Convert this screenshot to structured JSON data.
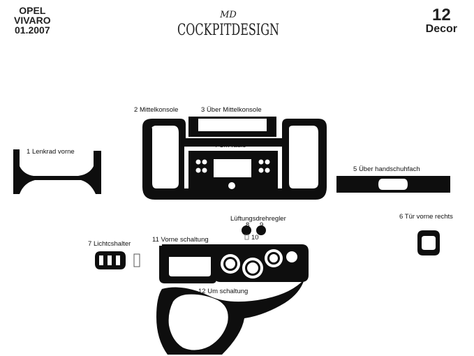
{
  "header": {
    "make": "OPEL",
    "model": "VIVARO",
    "date": "01.2007",
    "piece_count": "12",
    "kit_type": "Decor"
  },
  "logo": {
    "monogram": "MD",
    "text": "COCKPITDESIGN"
  },
  "parts": [
    {
      "number": "1",
      "name": "Lenkrad vorne"
    },
    {
      "number": "2",
      "name": "Mittelkonsole"
    },
    {
      "number": "3",
      "name": "Über Mittelkonsole"
    },
    {
      "number": "4",
      "name": "Um radio"
    },
    {
      "number": "5",
      "name": "Über  handschuhfach"
    },
    {
      "number": "6",
      "name": "Tür vorne rechts"
    },
    {
      "number": "7",
      "name": "Lichtcshalter"
    },
    {
      "number": "8",
      "name": ""
    },
    {
      "number": "9",
      "name": ""
    },
    {
      "number": "10",
      "name": ""
    },
    {
      "number": "11",
      "name": "Vorne schaltung"
    },
    {
      "number": "12",
      "name": "Um schaltung"
    }
  ],
  "group_label": "Lüftungsdrehregler",
  "colors": {
    "part": "#0e0e0e",
    "background": "#ffffff"
  }
}
